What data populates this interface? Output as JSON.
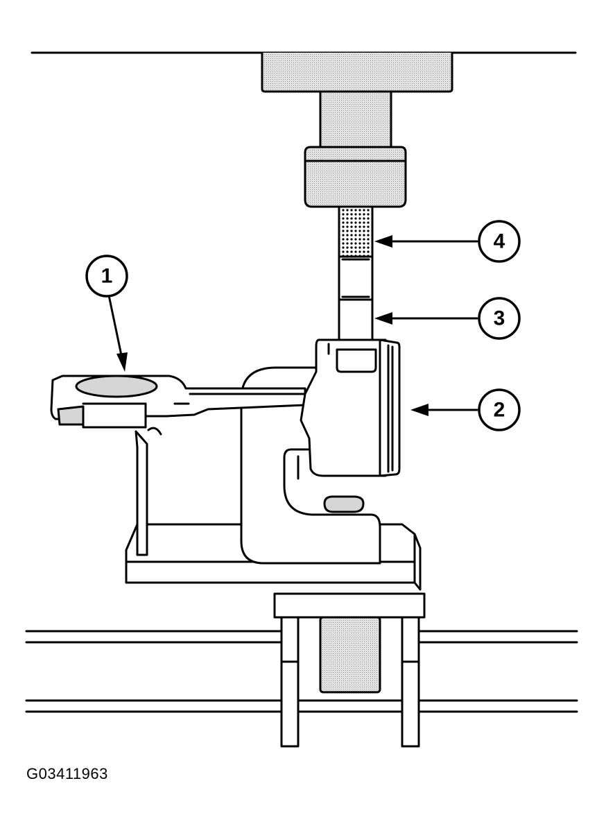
{
  "callouts": [
    {
      "id": "1",
      "label": "1"
    },
    {
      "id": "2",
      "label": "2"
    },
    {
      "id": "3",
      "label": "3"
    },
    {
      "id": "4",
      "label": "4"
    }
  ],
  "figure_id": "G03411963",
  "colors": {
    "line": "#000000",
    "shade": "#d6d6d6",
    "background": "#ffffff"
  }
}
